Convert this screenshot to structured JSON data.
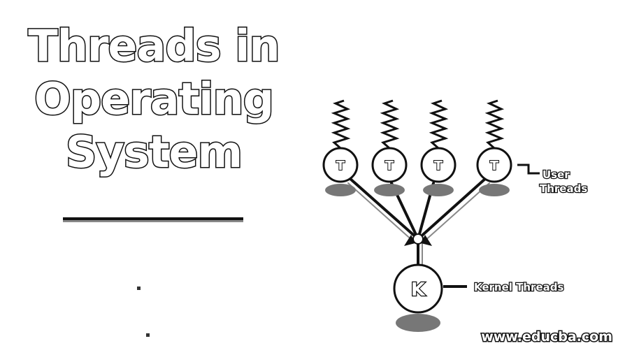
{
  "title": {
    "line1": "Threads in",
    "line2": "Operating",
    "line3": "System"
  },
  "diagram": {
    "user_threads": [
      {
        "letter": "T"
      },
      {
        "letter": "T"
      },
      {
        "letter": "T"
      },
      {
        "letter": "T"
      }
    ],
    "kernel_node": {
      "letter": "K"
    },
    "user_label": {
      "line1": "User",
      "line2": "Threads"
    },
    "kernel_label": "Kernel Threads"
  },
  "footer": {
    "url": "www.educba.com"
  }
}
